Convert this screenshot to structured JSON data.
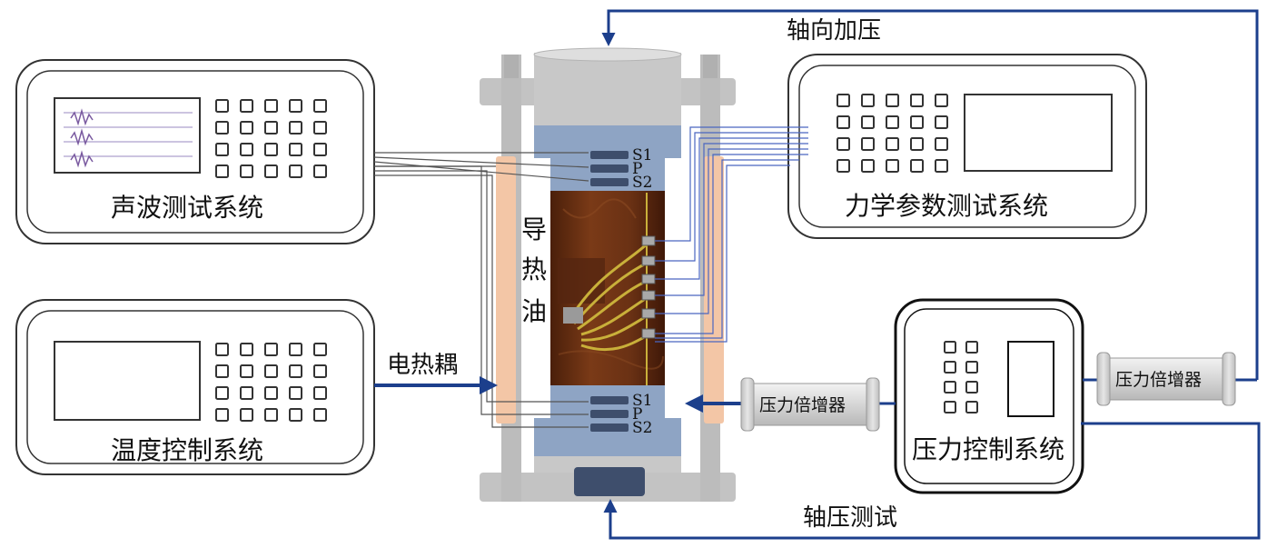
{
  "labels": {
    "acoustic_system": "声波测试系统",
    "temperature_system": "温度控制系统",
    "mechanics_system": "力学参数测试系统",
    "pressure_system": "压力控制系统",
    "axial_loading": "轴向加压",
    "axial_test": "轴压测试",
    "thermocouple": "电热耦",
    "oil_char_1": "导",
    "oil_char_2": "热",
    "oil_char_3": "油",
    "intensifier_left": "压力倍增器",
    "intensifier_right": "压力倍增器"
  },
  "sensors": {
    "top": [
      "S1",
      "P",
      "S2"
    ],
    "bottom": [
      "S1",
      "P",
      "S2"
    ]
  },
  "colors": {
    "arrow_blue": "#1c3f8c",
    "wire_blue": "#4a66c0",
    "frame_gray": "#c3c3c3",
    "platen_blue": "#8ea4c4",
    "sample_brown": "#6b3215",
    "heater_peach": "#f3c6a6",
    "sensor_pad": "#3e4e6c"
  },
  "icons": {
    "waveform": "waveform-display-icon",
    "keypad": "keypad-grid-icon"
  }
}
